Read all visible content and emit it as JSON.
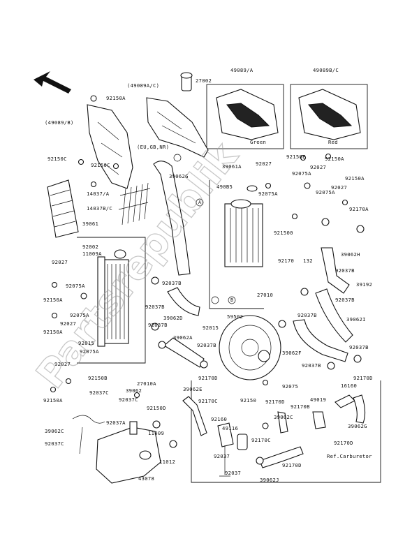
{
  "watermark": "Partsrepublik",
  "labels": {
    "l_27002": "27002",
    "l_49089a": "49089/A",
    "l_49089bc": "49089B/C",
    "l_49089ac": "(49089A/C)",
    "l_92150a_top": "92150A",
    "l_49089b": "(49089/B)",
    "l_green": "Green",
    "l_red": "Red",
    "l_eugbnr": "(EU,GB,NR)",
    "l_92150c_a": "92150C",
    "l_92150c_b": "92150C",
    "l_39062g": "39062G",
    "l_14037a": "14037/A",
    "l_14037bc": "14037B/C",
    "l_39061": "39061",
    "l_39061a": "39061A",
    "l_92150e": "92150E",
    "l_92150a_r": "92150A",
    "l_92027_r1": "92027",
    "l_92075a_r1": "92075A",
    "l_92027_r2": "92027",
    "l_92150a_r2": "92150A",
    "l_490b5": "490B5",
    "l_92075a_r2": "92075A",
    "l_92075a_r3": "92075A",
    "l_92027_r3": "92027",
    "l_92170a": "92170A",
    "l_a_circle": "A",
    "l_b_circle": "B",
    "l_921500": "921500",
    "l_92002": "92002",
    "l_11009a": "11009A",
    "l_92027_l1": "92027",
    "l_92075a_l1": "92075A",
    "l_92150a_l1": "92150A",
    "l_92027_l2": "92027",
    "l_92150a_l2": "92150A",
    "l_92075a_l2": "92075A",
    "l_92015_l": "92015",
    "l_92075a_l3": "92075A",
    "l_92027_l3": "92027",
    "l_92150b": "92150B",
    "l_92150a_l3": "92150A",
    "l_92037b_1": "92037B",
    "l_92037b_2": "92037B",
    "l_92037b_3": "92037B",
    "l_39062d": "39062D",
    "l_92015_c": "92015",
    "l_59502": "59502",
    "l_27010": "27010",
    "l_92170": "92170",
    "l_132": "132",
    "l_39062h": "39062H",
    "l_92037b_r1": "92037B",
    "l_39192": "39192",
    "l_92037b_r2": "92037B",
    "l_92037b_r3": "92037B",
    "l_39062i": "39062I",
    "l_39062a": "39062A",
    "l_92037b_c": "92037B",
    "l_27010a": "27010A",
    "l_92037b_r4": "92037B",
    "l_92037b_r5": "92037B",
    "l_39062f": "39062F",
    "l_92075": "92075",
    "l_92150_c": "92150",
    "l_39062": "39062",
    "l_92037c_1": "92037C",
    "l_92037c_2": "92037C",
    "l_92150d": "92150D",
    "l_92037a": "92037A",
    "l_39062c": "39062C",
    "l_92037c_3": "92037C",
    "l_11009": "11009",
    "l_11012": "11012",
    "l_43078": "43078",
    "l_92170d_1": "92170D",
    "l_39062e": "39062E",
    "l_92170c_1": "92170C",
    "l_92170d_2": "92170D",
    "l_92170d_3": "92170D",
    "l_92170b": "92170B",
    "l_16160": "16160",
    "l_49019": "49019",
    "l_92160": "92160",
    "l_39062c_r": "39062C",
    "l_39062g_r": "39062G",
    "l_49116": "49116",
    "l_92170c_2": "92170C",
    "l_92170d_4": "92170D",
    "l_92037_1": "92037",
    "l_92037_2": "92037",
    "l_ref_carb": "Ref.Carburetor",
    "l_92170d_5": "92170D",
    "l_39062j": "39062J"
  }
}
